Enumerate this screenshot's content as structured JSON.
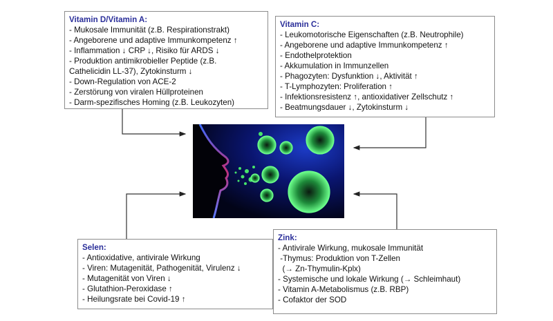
{
  "boxes": {
    "vitamin_d_a": {
      "title": "Vitamin D/Vitamin A:",
      "items": [
        "- Mukosale Immunität (z.B. Respirationstrakt)",
        "- Angeborene und adaptive Immunkompetenz ↑",
        "- Inflammation ↓ CRP ↓, Risiko für ARDS ↓",
        "- Produktion antimikrobieller Peptide (z.B.",
        "Cathelicidin LL-37), Zytokinsturm ↓",
        "- Down-Regulation von ACE-2",
        "- Zerstörung von viralen Hüllproteinen",
        "- Darm-spezifisches Homing (z.B. Leukozyten)"
      ]
    },
    "vitamin_c": {
      "title": "Vitamin C:",
      "items": [
        "- Leukomotorische Eigenschaften (z.B. Neutrophile)",
        "- Angeborene und adaptive Immunkompetenz ↑",
        "- Endothelprotektion",
        "- Akkumulation in Immunzellen",
        "- Phagozyten: Dysfunktion ↓, Aktivität ↑",
        "- T-Lymphozyten: Proliferation ↑",
        "- Infektionsresistenz ↑, antioxidativer Zellschutz ↑",
        "- Beatmungsdauer ↓, Zytokinsturm ↓"
      ]
    },
    "selen": {
      "title": "Selen:",
      "items": [
        "- Antioxidative, antivirale Wirkung",
        "- Viren: Mutagenität, Pathogenität, Virulenz ↓",
        "- Mutagenität von Viren ↓",
        "- Glutathion-Peroxidase ↑",
        "- Heilungsrate bei Covid-19 ↑"
      ]
    },
    "zink": {
      "title": "Zink:",
      "items": [
        "- Antivirale Wirkung, mukosale Immunität",
        " -Thymus: Produktion von T-Zellen",
        "  (→ Zn-Thymulin-Kplx)",
        "- Systemische und lokale Wirkung (→ Schleimhaut)",
        "- Vitamin A-Metabolismus (z.B. RBP)",
        "- Cofaktor der SOD"
      ]
    }
  },
  "center_image": {
    "description": "face-profile-exhaling-virus-particles"
  },
  "colors": {
    "title": "#2b2f9a",
    "virus": "#46e56a",
    "border": "#8c8c8c"
  }
}
